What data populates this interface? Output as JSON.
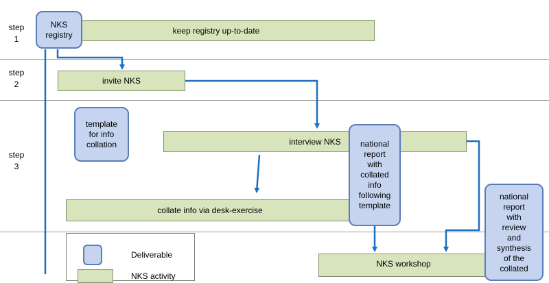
{
  "steps": [
    {
      "line1": "step",
      "line2": "1"
    },
    {
      "line1": "step",
      "line2": "2"
    },
    {
      "line1": "step",
      "line2": "3"
    }
  ],
  "activities": {
    "keep_registry": "keep registry up-to-date",
    "invite": "invite NKS",
    "interview": "interview NKS",
    "collate": "collate info via desk-exercise",
    "workshop": "NKS workshop"
  },
  "deliverables": {
    "registry": [
      "NKS",
      "registry"
    ],
    "template": [
      "template",
      "for info",
      "collation"
    ],
    "national_report_collated": [
      "national",
      "report",
      "with",
      "collated",
      "info",
      "following",
      "template"
    ],
    "national_report_review": [
      "national",
      "report",
      "with",
      "review",
      "and",
      "synthesis",
      "of the",
      "collated"
    ]
  },
  "legend": {
    "deliverable_label": "Deliverable",
    "activity_label": "NKS activity"
  },
  "colors": {
    "activity_fill": "#d8e4bc",
    "deliverable_fill": "#c6d4ef",
    "arrow": "#1f6fc0"
  }
}
